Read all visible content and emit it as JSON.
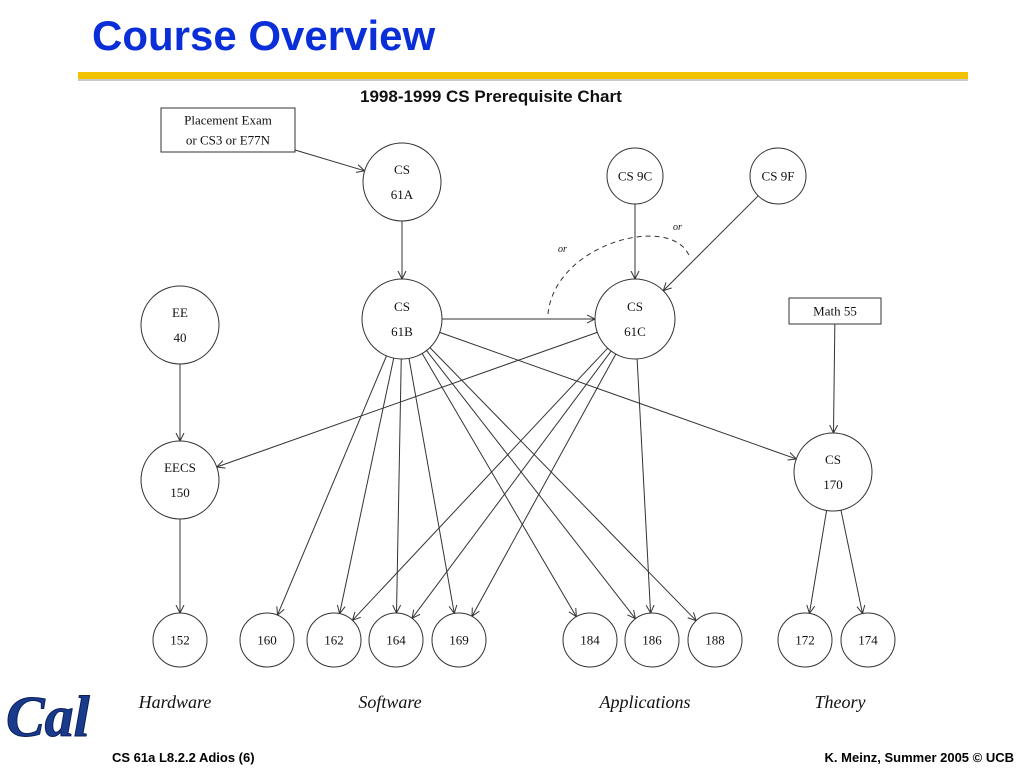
{
  "slide": {
    "title": "Course Overview",
    "footer_left": "CS 61a L8.2.2 Adios (6)",
    "footer_right": "K. Meinz, Summer 2005 © UCB",
    "logo_text": "Cal"
  },
  "diagram": {
    "title": "1998-1999 CS Prerequisite Chart",
    "or_label": "or",
    "nodes": [
      {
        "id": "placement",
        "shape": "box",
        "lines": [
          "Placement Exam",
          "or CS3 or E77N"
        ]
      },
      {
        "id": "cs61a",
        "shape": "circle",
        "lines": [
          "CS",
          "61A"
        ]
      },
      {
        "id": "cs9c",
        "shape": "circle",
        "lines": [
          "CS 9C"
        ]
      },
      {
        "id": "cs9f",
        "shape": "circle",
        "lines": [
          "CS 9F"
        ]
      },
      {
        "id": "ee40",
        "shape": "circle",
        "lines": [
          "EE",
          "40"
        ]
      },
      {
        "id": "cs61b",
        "shape": "circle",
        "lines": [
          "CS",
          "61B"
        ]
      },
      {
        "id": "cs61c",
        "shape": "circle",
        "lines": [
          "CS",
          "61C"
        ]
      },
      {
        "id": "math55",
        "shape": "box",
        "lines": [
          "Math 55"
        ]
      },
      {
        "id": "eecs150",
        "shape": "circle",
        "lines": [
          "EECS",
          "150"
        ]
      },
      {
        "id": "cs170",
        "shape": "circle",
        "lines": [
          "CS",
          "170"
        ]
      },
      {
        "id": "c152",
        "shape": "circle",
        "lines": [
          "152"
        ]
      },
      {
        "id": "c160",
        "shape": "circle",
        "lines": [
          "160"
        ]
      },
      {
        "id": "c162",
        "shape": "circle",
        "lines": [
          "162"
        ]
      },
      {
        "id": "c164",
        "shape": "circle",
        "lines": [
          "164"
        ]
      },
      {
        "id": "c169",
        "shape": "circle",
        "lines": [
          "169"
        ]
      },
      {
        "id": "c184",
        "shape": "circle",
        "lines": [
          "184"
        ]
      },
      {
        "id": "c186",
        "shape": "circle",
        "lines": [
          "186"
        ]
      },
      {
        "id": "c188",
        "shape": "circle",
        "lines": [
          "188"
        ]
      },
      {
        "id": "c172",
        "shape": "circle",
        "lines": [
          "172"
        ]
      },
      {
        "id": "c174",
        "shape": "circle",
        "lines": [
          "174"
        ]
      }
    ],
    "edges": [
      [
        "placement",
        "cs61a"
      ],
      [
        "cs61a",
        "cs61b"
      ],
      [
        "cs9c",
        "cs61c"
      ],
      [
        "cs9f",
        "cs61c"
      ],
      [
        "cs61b",
        "cs61c"
      ],
      [
        "ee40",
        "eecs150"
      ],
      [
        "math55",
        "cs170"
      ],
      [
        "cs61c",
        "eecs150"
      ],
      [
        "cs61b",
        "cs170"
      ],
      [
        "cs61b",
        "c160"
      ],
      [
        "cs61b",
        "c162"
      ],
      [
        "cs61b",
        "c164"
      ],
      [
        "cs61b",
        "c169"
      ],
      [
        "cs61b",
        "c184"
      ],
      [
        "cs61b",
        "c186"
      ],
      [
        "cs61b",
        "c188"
      ],
      [
        "cs61c",
        "c162"
      ],
      [
        "cs61c",
        "c164"
      ],
      [
        "cs61c",
        "c169"
      ],
      [
        "cs61c",
        "c186"
      ],
      [
        "eecs150",
        "c152"
      ],
      [
        "cs170",
        "c172"
      ],
      [
        "cs170",
        "c174"
      ]
    ],
    "groups": [
      "Hardware",
      "Software",
      "Applications",
      "Theory"
    ]
  }
}
